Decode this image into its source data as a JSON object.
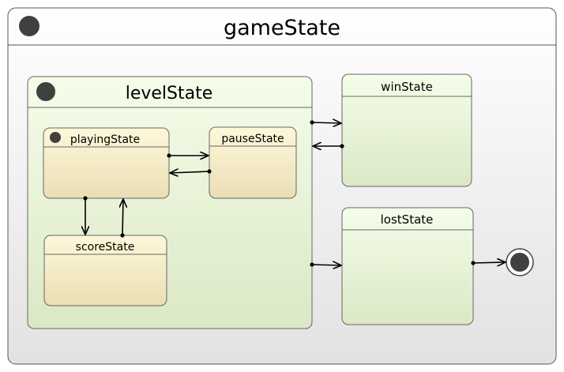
{
  "diagram": {
    "root": {
      "title": "gameState"
    },
    "states": {
      "level": {
        "title": "levelState"
      },
      "playing": {
        "title": "playingState"
      },
      "pause": {
        "title": "pauseState"
      },
      "score": {
        "title": "scoreState"
      },
      "win": {
        "title": "winState"
      },
      "lost": {
        "title": "lostState"
      }
    },
    "transitions": [
      {
        "from": "playingState",
        "to": "pauseState"
      },
      {
        "from": "pauseState",
        "to": "playingState"
      },
      {
        "from": "playingState",
        "to": "scoreState"
      },
      {
        "from": "scoreState",
        "to": "playingState"
      },
      {
        "from": "levelState",
        "to": "winState"
      },
      {
        "from": "winState",
        "to": "levelState"
      },
      {
        "from": "levelState",
        "to": "lostState"
      },
      {
        "from": "lostState",
        "to": "final"
      }
    ],
    "colors": {
      "outer_fill_top": "#ffffff",
      "outer_fill_bottom": "#e3e3e3",
      "green_fill_top": "#f3fde8",
      "green_fill_bottom": "#dce9c8",
      "yellow_fill_top": "#fdf7d8",
      "yellow_fill_bottom": "#ecdfb6",
      "stroke": "#555555",
      "initial_dot": "#404040",
      "arrow": "#000000"
    }
  }
}
